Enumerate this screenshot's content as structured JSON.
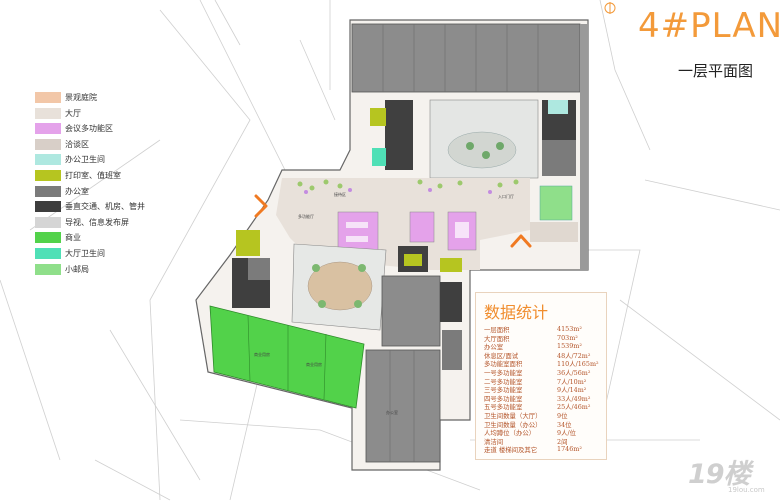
{
  "title": "4#PLAN",
  "subtitle": "一层平面图",
  "legend": [
    {
      "label": "景观庭院",
      "color": "#f2c7a8"
    },
    {
      "label": "大厅",
      "color": "#e8e1da"
    },
    {
      "label": "会议多功能区",
      "color": "#e4a2ea"
    },
    {
      "label": "洽谈区",
      "color": "#d8cfc8"
    },
    {
      "label": "办公卫生间",
      "color": "#aee8e0"
    },
    {
      "label": "打印室、值班室",
      "color": "#b6c520"
    },
    {
      "label": "办公室",
      "color": "#7b7b7b"
    },
    {
      "label": "垂直交通、机房、管井",
      "color": "#3d3d3d"
    },
    {
      "label": "导视、信息发布屏",
      "color": "#d5d5d5"
    },
    {
      "label": "商业",
      "color": "#52d24a"
    },
    {
      "label": "大厅卫生间",
      "color": "#4fe0b6"
    },
    {
      "label": "小邮局",
      "color": "#8fdf8a"
    }
  ],
  "stats": {
    "title": "数据统计",
    "rows": [
      {
        "label": "一层面积",
        "value": "4153m²"
      },
      {
        "label": "大厅面积",
        "value": "703m²"
      },
      {
        "label": "办公室",
        "value": "1539m²"
      },
      {
        "label": "休息区/面试",
        "value": "48人/72m²"
      },
      {
        "label": "多功能室面积",
        "value": "110人/165m²"
      },
      {
        "label": "一号多功能室",
        "value": "36人/56m²"
      },
      {
        "label": "二号多功能室",
        "value": "7人/10m²"
      },
      {
        "label": "三号多功能室",
        "value": "9人/14m²"
      },
      {
        "label": "四号多功能室",
        "value": "33人/49m²"
      },
      {
        "label": "五号多功能室",
        "value": "25人/46m²"
      },
      {
        "label": "卫生间数量（大厅）",
        "value": "9位"
      },
      {
        "label": "卫生间数量（办公）",
        "value": "34位"
      },
      {
        "label": "人均蹲位（办公）",
        "value": "9人/位"
      },
      {
        "label": "清洁间",
        "value": "2间"
      },
      {
        "label": "走道 楼梯间及其它",
        "value": "1746m²"
      }
    ]
  },
  "watermark": {
    "main": "19楼",
    "sub": "19lou.com"
  },
  "room_labels": {
    "lobby": "多功能厅",
    "reception": "接待区",
    "entrance": "入口门厅",
    "shop_a": "商业用房",
    "shop_b": "商业用房",
    "office": "办公室"
  },
  "colors": {
    "accent": "#f39a3a",
    "arrow": "#f07a22"
  }
}
